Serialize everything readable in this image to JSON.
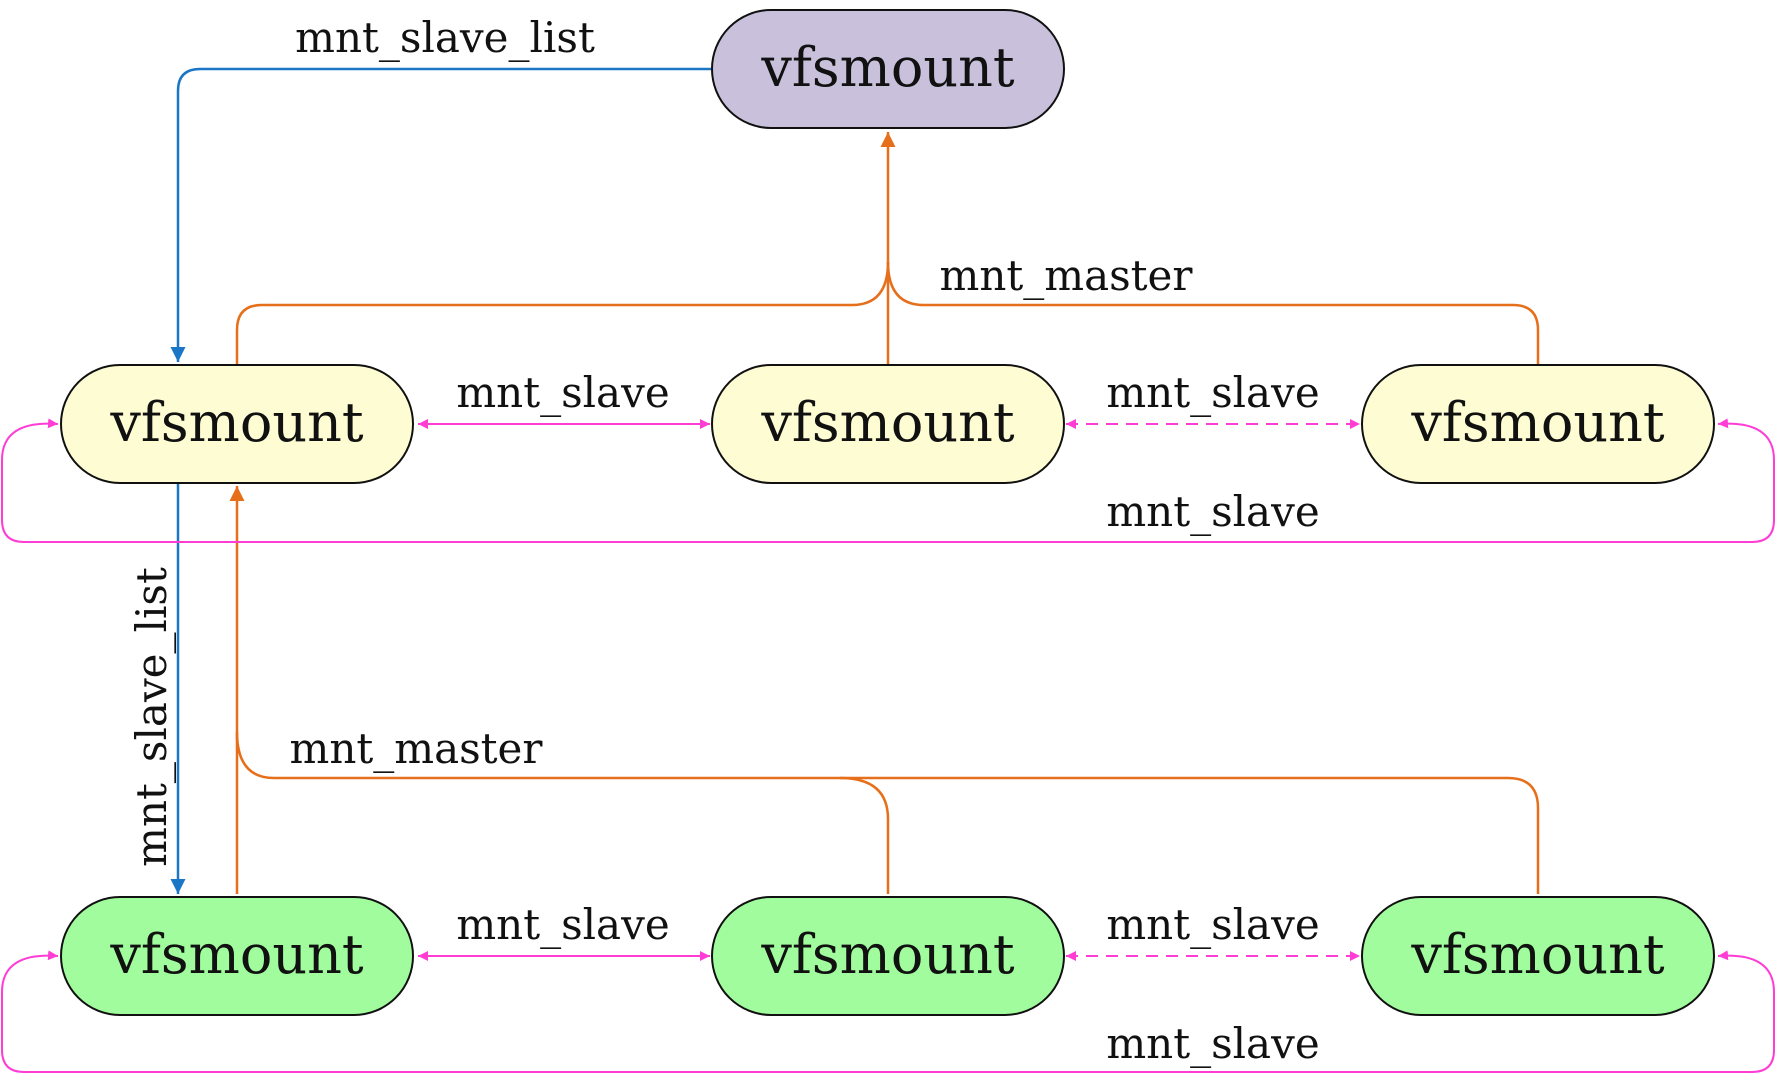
{
  "colors": {
    "master_node": "#c9c1dc",
    "slave_node": "#fefcd2",
    "slave_of_slave_node": "#a0fc9d",
    "mnt_slave_list_edge": "#1b76c5",
    "mnt_master_edge": "#e66f1c",
    "mnt_slave_edge": "#ff3dd5"
  },
  "nodes": {
    "master": "vfsmount",
    "row1_left": "vfsmount",
    "row1_mid": "vfsmount",
    "row1_right": "vfsmount",
    "row2_left": "vfsmount",
    "row2_mid": "vfsmount",
    "row2_right": "vfsmount"
  },
  "labels": {
    "slave_list_top": "mnt_slave_list",
    "master_top": "mnt_master",
    "slave_r1_a": "mnt_slave",
    "slave_r1_b": "mnt_slave",
    "slave_r1_wrap": "mnt_slave",
    "slave_list_side": "mnt_slave_list",
    "master_bottom": "mnt_master",
    "slave_r2_a": "mnt_slave",
    "slave_r2_b": "mnt_slave",
    "slave_r2_wrap": "mnt_slave"
  }
}
